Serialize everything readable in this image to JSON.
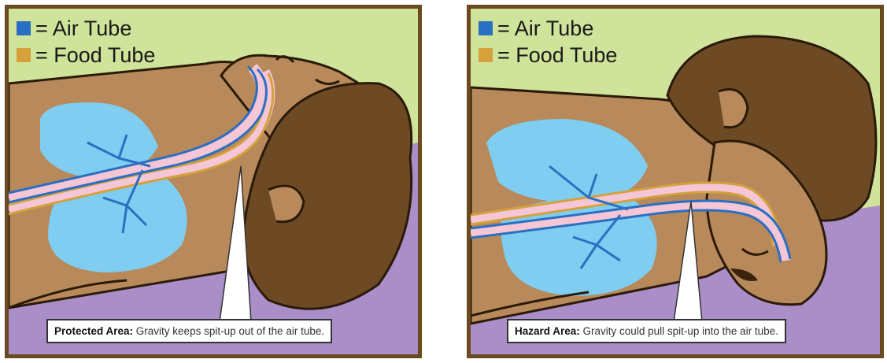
{
  "colors": {
    "air_tube": "#2b6fc2",
    "food_tube": "#d4a13d",
    "skin": "#b8895a",
    "hair": "#6e4a24",
    "lungs": "#7fcdf0",
    "mattress": "#a98ec8",
    "background": "#cfe39a",
    "frame": "#6b4a1f"
  },
  "panels": [
    {
      "legend": {
        "air": "= Air Tube",
        "food": "= Food Tube"
      },
      "callout": {
        "title": "Protected Area:",
        "text": "Gravity keeps spit-up out of the air tube."
      }
    },
    {
      "legend": {
        "air": "= Air Tube",
        "food": "= Food Tube"
      },
      "callout": {
        "title": "Hazard Area:",
        "text": "Gravity could pull spit-up into the air tube."
      }
    }
  ]
}
